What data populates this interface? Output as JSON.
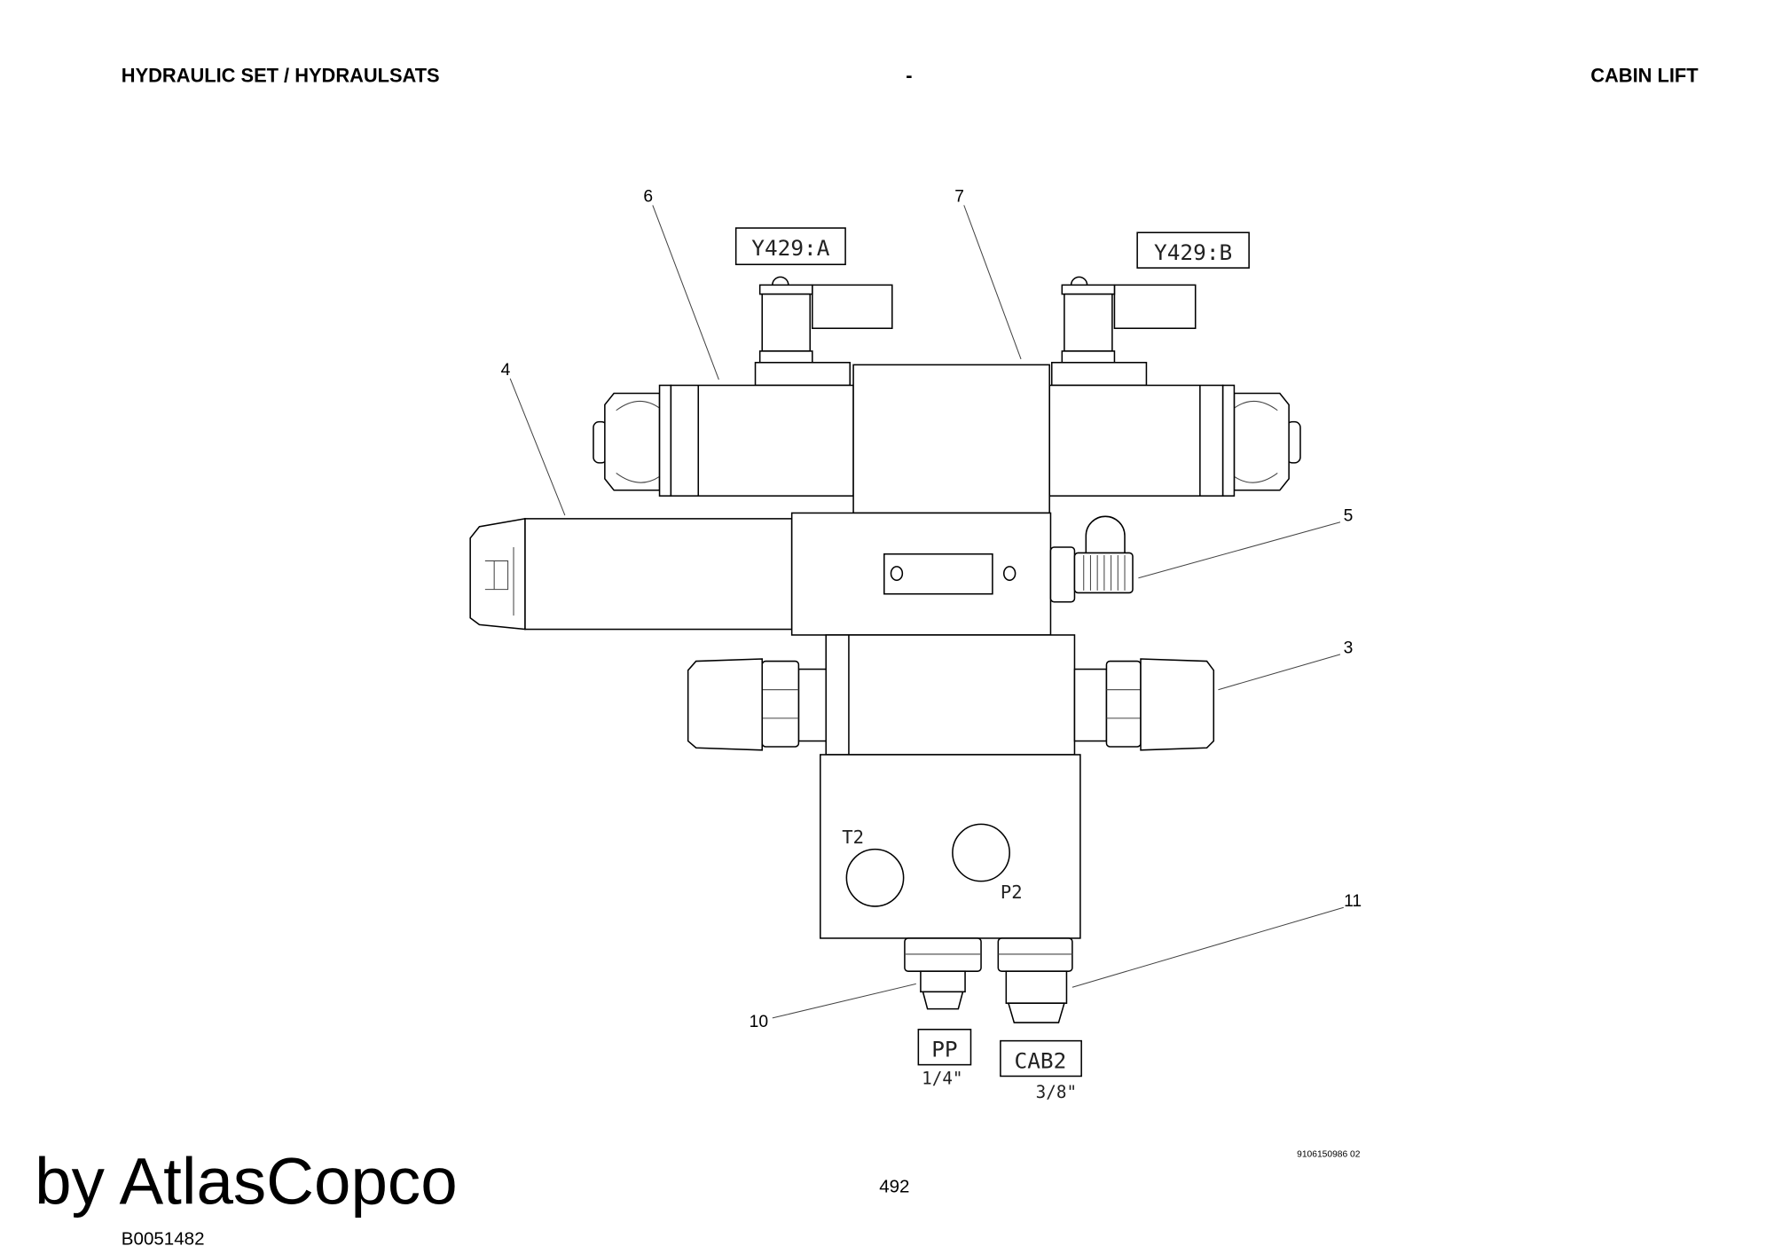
{
  "header": {
    "left": "HYDRAULIC SET / HYDRAULSATS",
    "center": "-",
    "right": "CABIN LIFT"
  },
  "drawing": {
    "callouts": [
      "6",
      "7",
      "4",
      "5",
      "3",
      "11",
      "10"
    ],
    "solenoid_a": "Y429:A",
    "solenoid_b": "Y429:B",
    "port_t2": "T2",
    "port_p2": "P2",
    "port_pp": "PP",
    "port_pp_size": "1/4\"",
    "port_cab2": "CAB2",
    "port_cab2_size": "3/8\""
  },
  "footer": {
    "doc_number": "9106150986 02",
    "ref_code": "B0051482",
    "page_number": "492",
    "watermark": "by AtlasCopco"
  }
}
